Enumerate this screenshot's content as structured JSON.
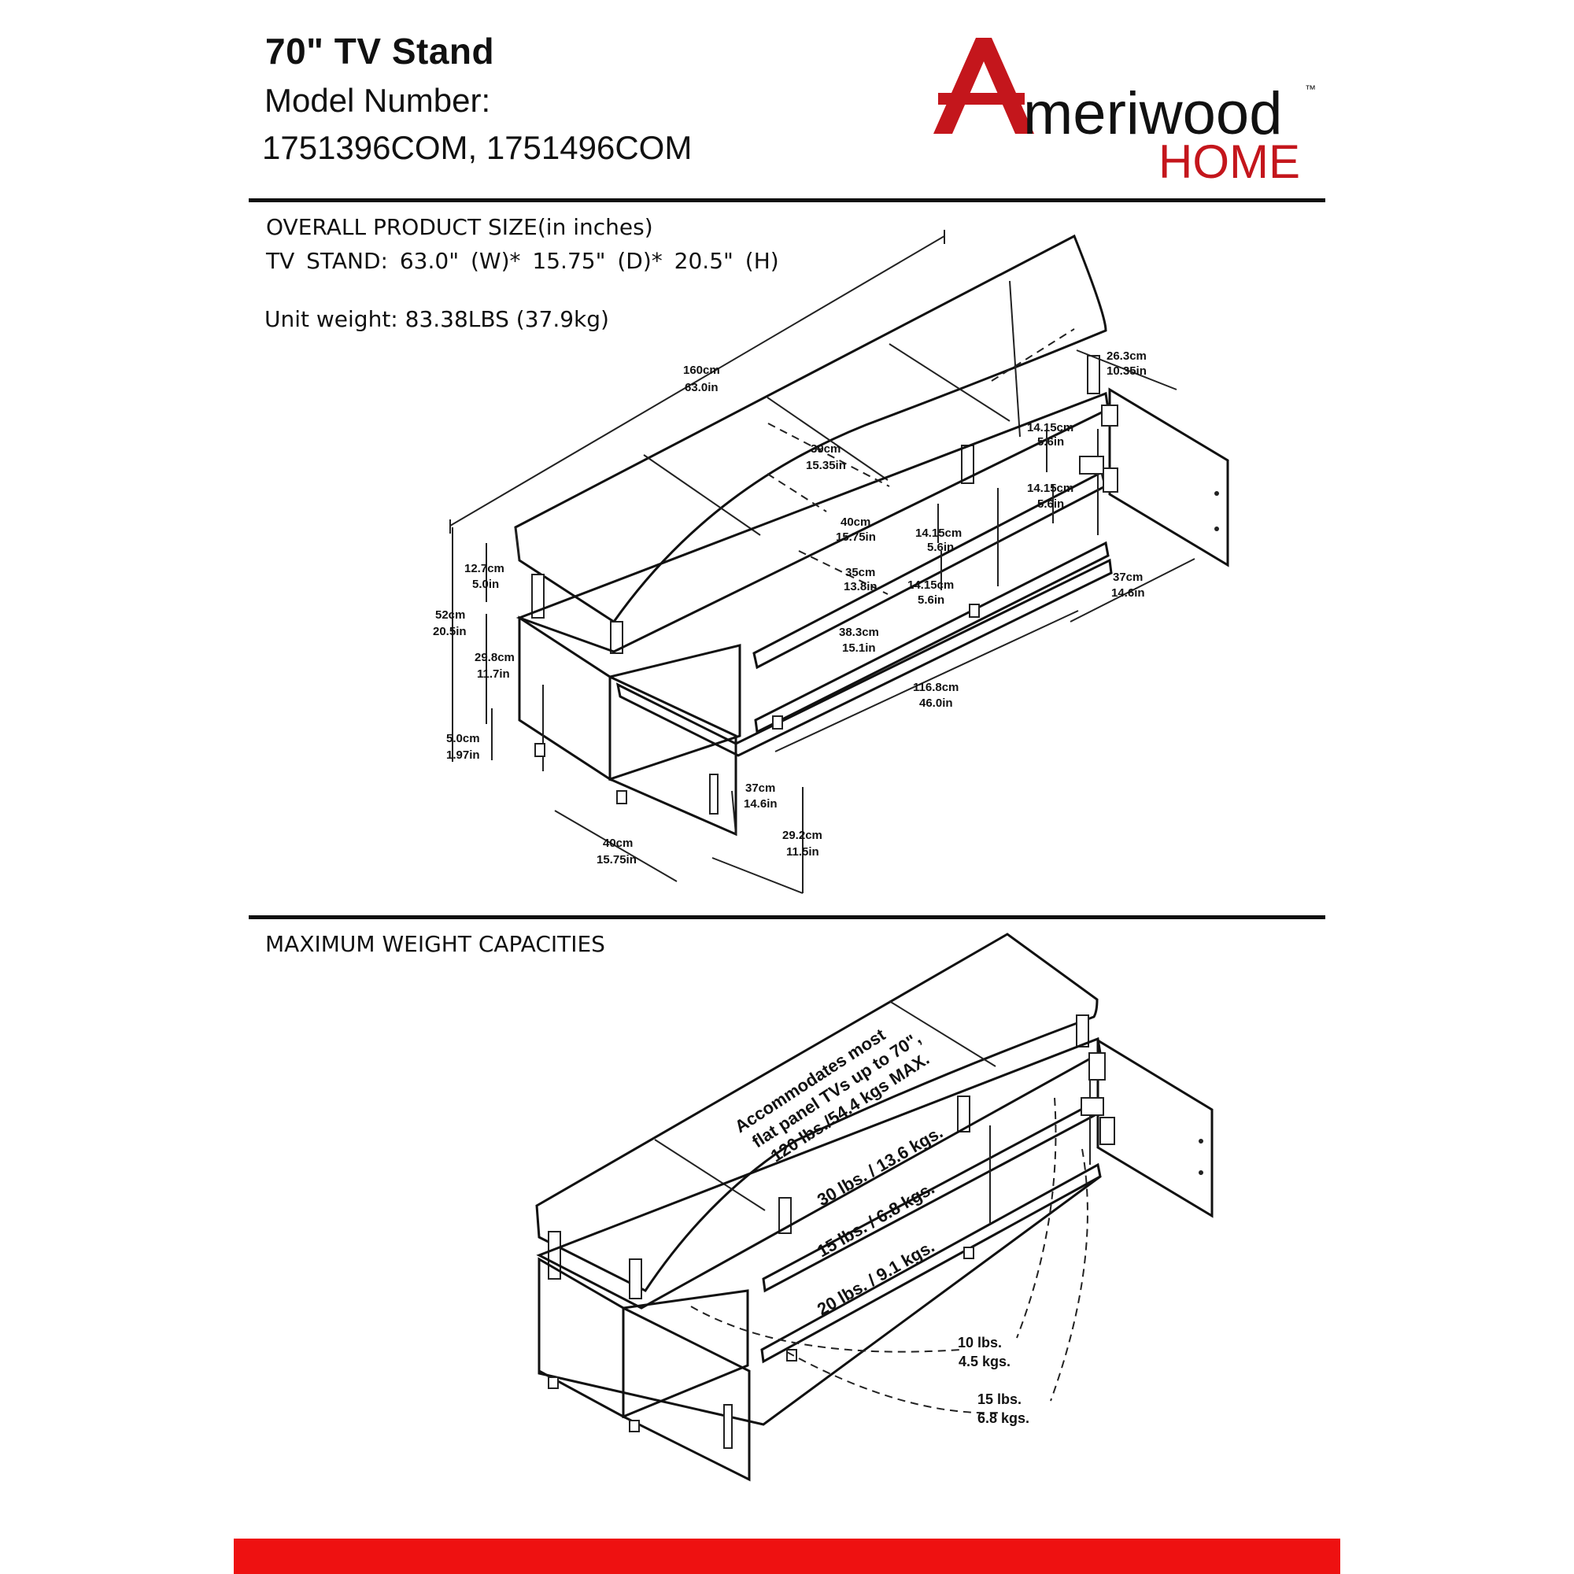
{
  "header": {
    "title": "70\" TV Stand",
    "model_label": "Model Number:",
    "model_numbers": "1751396COM, 1751496COM"
  },
  "brand": {
    "logo_letter": "A",
    "logo_word": "meriwood",
    "logo_tm": "™",
    "logo_home": "HOME",
    "brand_color": "#c4161c"
  },
  "size_section": {
    "heading": "OVERALL PRODUCT SIZE(in inches)",
    "dimensions": "TV STAND:  63.0\"  (W)* 15.75\"  (D)*  20.5\"  (H)",
    "weight": "Unit weight: 83.38LBS (37.9kg)"
  },
  "dimensions_diagram": {
    "width_total": [
      "160cm",
      "63.0in"
    ],
    "depth_right": [
      "26.3cm",
      "10.35in"
    ],
    "center_section": [
      "39cm",
      "15.35in"
    ],
    "shelf_gap_right_top": [
      "14.15cm",
      "5.6in"
    ],
    "shelf_gap_right_bottom": [
      "14.15cm",
      "5.6in"
    ],
    "shelf_depth_center": [
      "40cm",
      "15.75in"
    ],
    "shelf_gap_center_top": [
      "14.15cm",
      "5.6in"
    ],
    "shelf_inner_depth": [
      "35cm",
      "13.8in"
    ],
    "shelf_gap_center_bottom": [
      "14.15cm",
      "5.6in"
    ],
    "bottom_shelf": [
      "38.3cm",
      "15.1in"
    ],
    "top_clearance": [
      "12.7cm",
      "5.0in"
    ],
    "height_total": [
      "52cm",
      "20.5in"
    ],
    "cabinet_height": [
      "29.8cm",
      "11.7in"
    ],
    "leg_height": [
      "5.0cm",
      "1.97in"
    ],
    "right_cabinet_depth": [
      "37cm",
      "14.6in"
    ],
    "inner_width": [
      "116.8cm",
      "46.0in"
    ],
    "left_cabinet_depth": [
      "37cm",
      "14.6in"
    ],
    "door_height": [
      "29.2cm",
      "11.5in"
    ],
    "left_cabinet_width": [
      "40cm",
      "15.75in"
    ]
  },
  "capacity_section": {
    "heading": "MAXIMUM WEIGHT CAPACITIES",
    "top_note": [
      "Accommodates most",
      "flat panel TVs up to 70\",",
      "120 lbs./54.4 kgs MAX."
    ],
    "shelf_1": "30 lbs. / 13.6 kgs.",
    "shelf_2": "15 lbs. / 6.8 kgs.",
    "shelf_3": "20 lbs. / 9.1 kgs.",
    "cabinet_right": [
      "10 lbs.",
      "4.5 kgs."
    ],
    "cabinet_left": [
      "15 lbs.",
      "6.8 kgs."
    ]
  },
  "footer": {
    "bar_color": "#ee1111"
  }
}
